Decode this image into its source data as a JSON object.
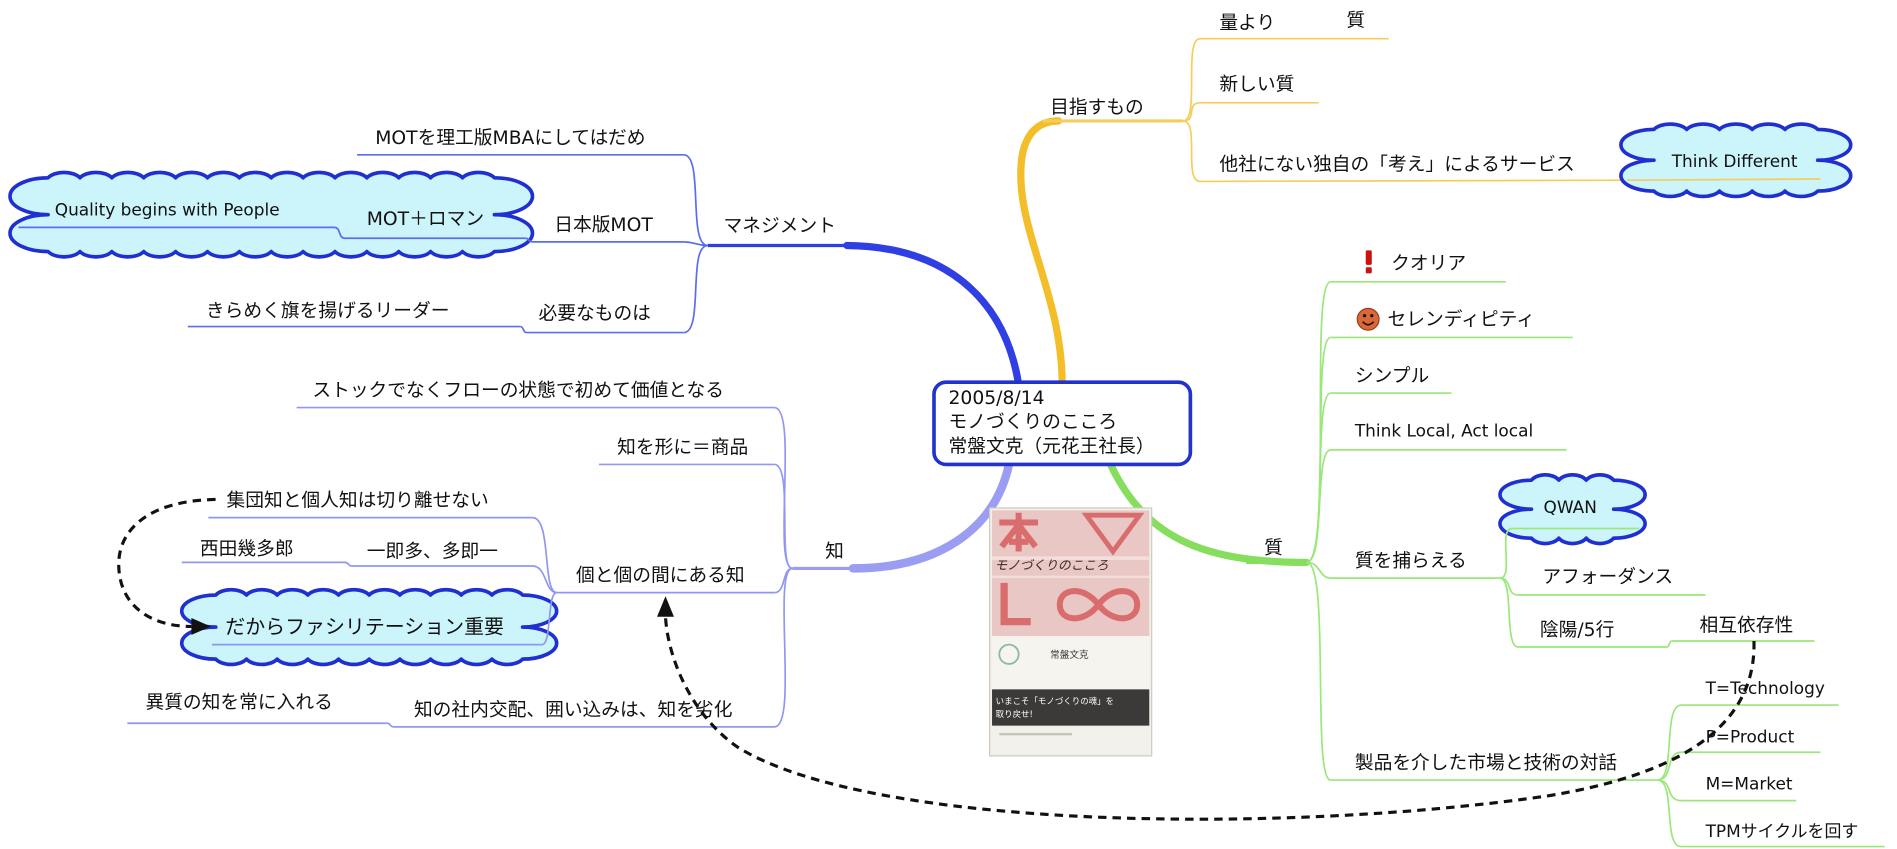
{
  "center": {
    "date": "2005/8/14",
    "title": "モノづくりのこころ",
    "author": "常盤文克（元花王社長）"
  },
  "book": {
    "title": "モノづくりのこころ",
    "author": "常盤文克",
    "tagline_1": "いまこそ「モノづくりの魂」を",
    "tagline_2": "取り戻せ!"
  },
  "mezasu": {
    "label": "目指すもの",
    "ryo": "量より",
    "ryo_child": "質",
    "atarashii": "新しい質",
    "service": "他社にない独自の「考え」によるサービス",
    "think_different": "Think Different"
  },
  "management": {
    "label": "マネジメント",
    "mot_mba": "MOTを理工版MBAにしてはだめ",
    "nihon_mot": "日本版MOT",
    "mot_roman": "MOT＋ロマン",
    "quality_people": "Quality begins with People",
    "hitsuyou": "必要なものは",
    "leader": "きらめく旗を揚げるリーダー"
  },
  "chi": {
    "label": "知",
    "stock": "ストックでなくフローの状態で初めて価値となる",
    "shohin": "知を形に＝商品",
    "koko": "個と個の間にある知",
    "shudan": "集団知と個人知は切り離せない",
    "issoku": "一即多、多即一",
    "nishida": "西田幾多郎",
    "facilitation": "だからファシリテーション重要",
    "kouhai": "知の社内交配、囲い込みは、知を劣化",
    "ishitsu": "異質の知を常に入れる"
  },
  "shitsu": {
    "label": "質",
    "qualia": "クオリア",
    "serendipity": "セレンディピティ",
    "simple": "シンプル",
    "think_local": "Think Local, Act local",
    "toraeru": "質を捕らえる",
    "qwan": "QWAN",
    "affordance": "アフォーダンス",
    "inyou": "陰陽/5行",
    "sougo": "相互依存性",
    "taiwa": "製品を介した市場と技術の対話",
    "t": "T=Technology",
    "p": "P=Product",
    "m": "M=Market",
    "tpm": "TPMサイクルを回す"
  },
  "icons": {
    "qualia": "exclamation-icon",
    "serendipity": "smiley-icon"
  },
  "colors": {
    "mezasu_trunk": "#f4be2a",
    "mezasu_sub": "#f6cd5a",
    "management_trunk": "#2f3fe4",
    "management_sub": "#5b6cf0",
    "chi_trunk": "#9a9df2",
    "chi_sub": "#8f97f2",
    "shitsu_trunk": "#86dd5e",
    "shitsu_sub": "#9ae77a",
    "center_border": "#2233cc",
    "cloud_fill": "#ccf4fb",
    "cloud_border": "#1f2fd0",
    "qualia_icon": "#cc1111",
    "serendipity_icon": "#d9683a"
  }
}
